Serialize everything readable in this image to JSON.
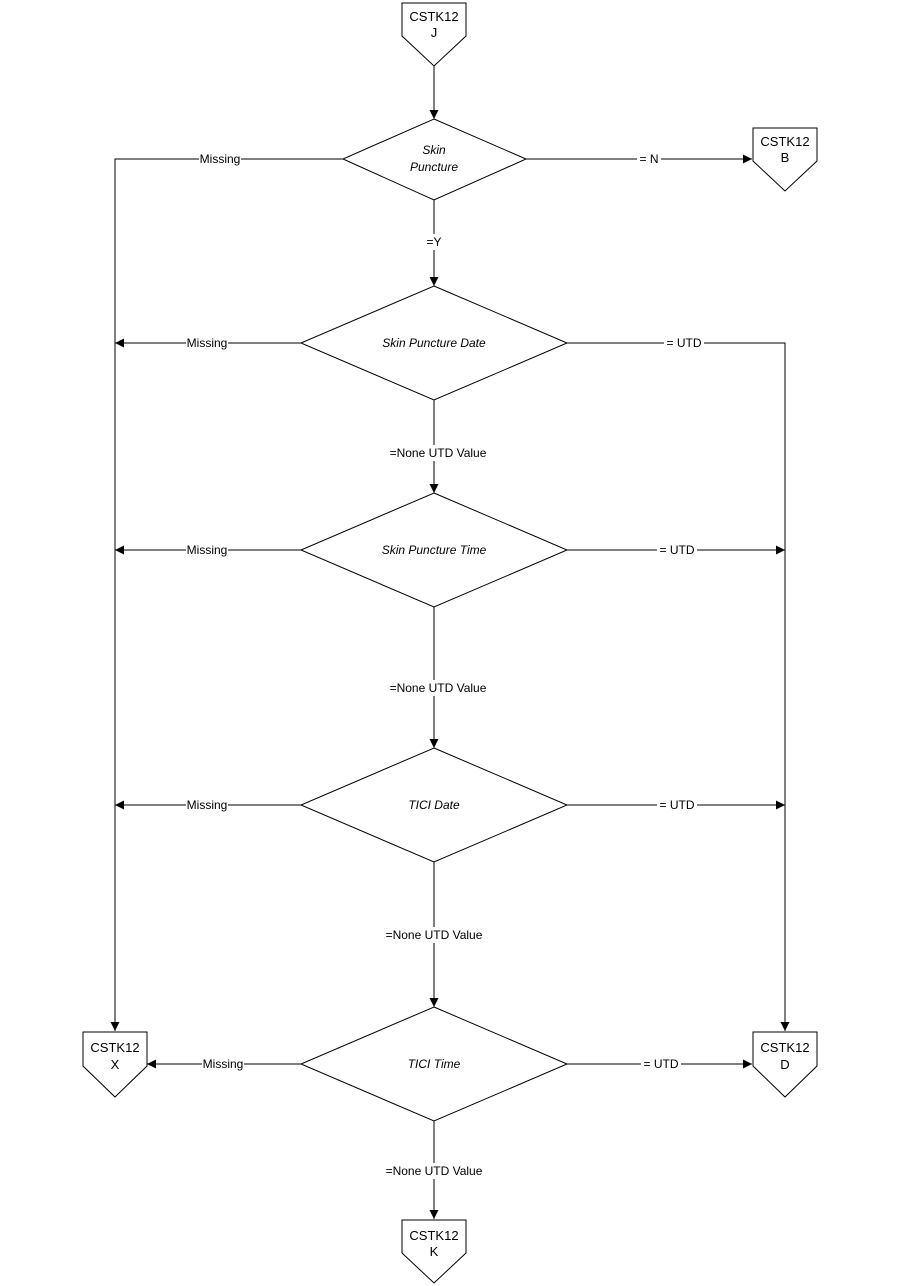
{
  "connectors": {
    "j": {
      "line1": "CSTK12",
      "line2": "J"
    },
    "b": {
      "line1": "CSTK12",
      "line2": "B"
    },
    "x": {
      "line1": "CSTK12",
      "line2": "X"
    },
    "d": {
      "line1": "CSTK12",
      "line2": "D"
    },
    "k": {
      "line1": "CSTK12",
      "line2": "K"
    }
  },
  "decisions": {
    "skin_puncture": {
      "line1": "Skin",
      "line2": "Puncture"
    },
    "skin_puncture_date": "Skin Puncture Date",
    "skin_puncture_time": "Skin Puncture Time",
    "tici_date": "TICI Date",
    "tici_time": "TICI Time"
  },
  "edge_labels": {
    "sp_missing": "Missing",
    "sp_no": "= N",
    "sp_yes": "=Y",
    "spd_missing": "Missing",
    "spd_utd": "= UTD",
    "spd_none_utd": "=None UTD Value",
    "spt_missing": "Missing",
    "spt_utd": "= UTD",
    "spt_none_utd": "=None UTD Value",
    "td_missing": "Missing",
    "td_utd": "= UTD",
    "td_none_utd": "=None UTD Value",
    "tt_missing": "Missing",
    "tt_utd": "= UTD",
    "tt_none_utd": "=None UTD Value"
  }
}
